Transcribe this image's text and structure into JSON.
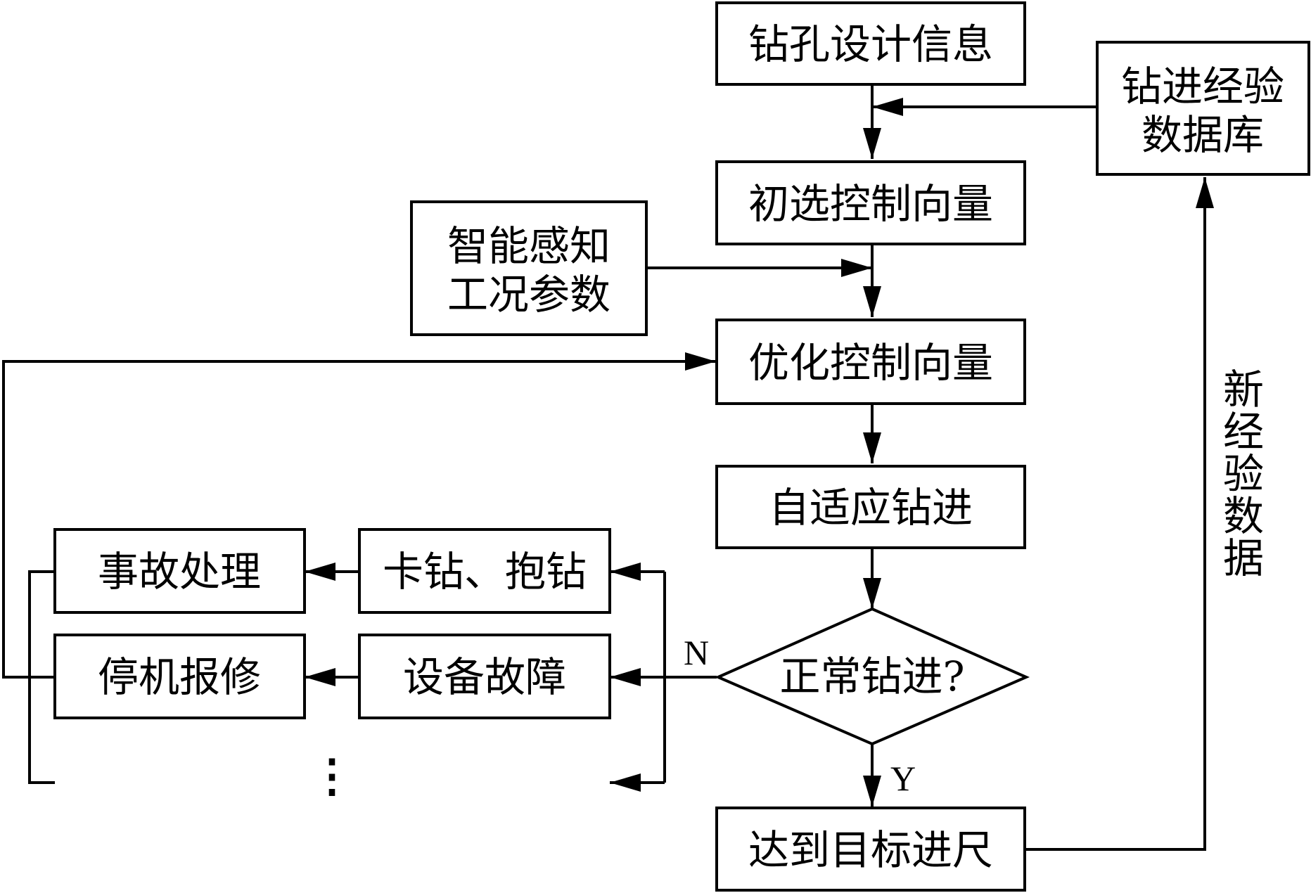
{
  "nodes": {
    "design_info": "钻孔设计信息",
    "experience_db": [
      "钻进经验",
      "数据库"
    ],
    "initial_vector": "初选控制向量",
    "sensing_params": [
      "智能感知",
      "工况参数"
    ],
    "optimized_vector": "优化控制向量",
    "adaptive_drilling": "自适应钻进",
    "normal_drilling_question": "正常钻进?",
    "reach_target": "达到目标进尺",
    "stuck_drill": "卡钻、抱钻",
    "equipment_fault": "设备故障",
    "accident_handling": "事故处理",
    "shutdown_repair": "停机报修",
    "ellipsis": "⋮"
  },
  "edge_labels": {
    "no": "N",
    "yes": "Y",
    "new_data": [
      "新",
      "经",
      "验",
      "数",
      "据"
    ]
  }
}
